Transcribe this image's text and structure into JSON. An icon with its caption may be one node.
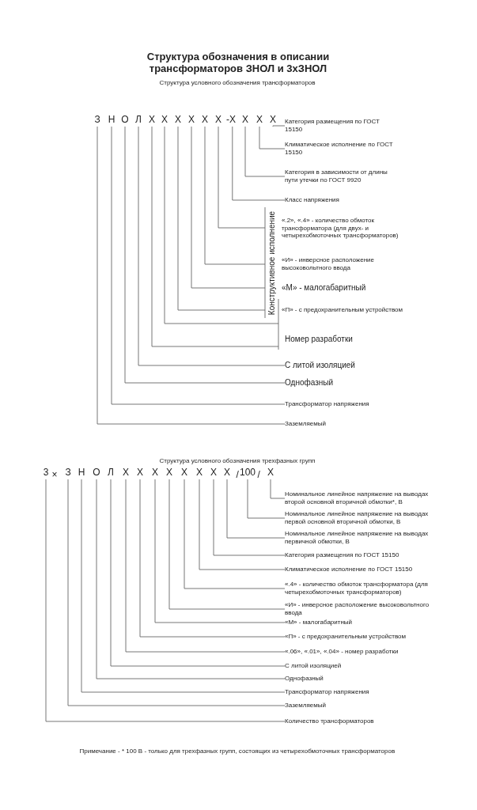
{
  "diagram": {
    "title": "Структура обозначения в описании трансформаторов ЗНОЛ и 3хЗНОЛ",
    "nodes": [
      {
        "text": [
          "З"
        ]
      },
      {
        "text": [
          "Н"
        ]
      },
      {
        "text": [
          "О"
        ]
      },
      {
        "text": [
          "Л"
        ]
      },
      {
        "text": [
          "Х"
        ]
      },
      {
        "text": [
          "Х"
        ]
      },
      {
        "text": [
          "Х"
        ]
      },
      {
        "text": [
          "Х"
        ]
      },
      {
        "text": [
          "Х"
        ]
      },
      {
        "text": [
          "Х"
        ]
      },
      {
        "text": [
          "-Х"
        ]
      },
      {
        "text": [
          "Х"
        ]
      },
      {
        "text": [
          "Х"
        ]
      },
      {
        "text": [
          "Х"
        ]
      },
      {
        "text": [
          "Категория размещения по ГОСТ 15150"
        ]
      },
      {
        "text": [
          "Климатическое исполнение по ГОСТ 15150"
        ]
      },
      {
        "text": [
          "Категория в зависимости от длины пути утечки по ГОСТ 9920"
        ]
      },
      {
        "text": [
          "Класс напряжения"
        ]
      },
      {
        "text": [
          "«.2», «.4» - количество обмоток трансформатора (для двух- и четырехобмоточных трансформаторов)"
        ]
      },
      {
        "text": [
          "«И» - инверсное расположение высоковольтного ввода"
        ]
      },
      {
        "text": [
          "«М» - малогабаритный"
        ]
      },
      {
        "text": [
          "«П» - с предохранительным устройством"
        ]
      },
      {
        "text": [
          "Номер разработки"
        ]
      },
      {
        "text": [
          "С литой изоляцией"
        ]
      },
      {
        "text": [
          "Однофазный"
        ]
      },
      {
        "text": [
          "Трансформатор напряжения"
        ]
      },
      {
        "text": [
          "Заземляемый"
        ]
      },
      {
        "text": [
          "3"
        ]
      },
      {
        "text": [
          "З"
        ]
      },
      {
        "text": [
          "Н"
        ]
      },
      {
        "text": [
          "О"
        ]
      },
      {
        "text": [
          "Л"
        ]
      },
      {
        "text": [
          "Х"
        ]
      },
      {
        "text": [
          "Х"
        ]
      },
      {
        "text": [
          "Х"
        ]
      },
      {
        "text": [
          "Х"
        ]
      },
      {
        "text": [
          "Х"
        ]
      },
      {
        "text": [
          "Х"
        ]
      },
      {
        "text": [
          "Х"
        ]
      },
      {
        "text": [
          "Х"
        ]
      },
      {
        "text": [
          "100"
        ]
      },
      {
        "text": [
          "Х"
        ]
      },
      {
        "text": [
          "Номинальное линейное напряжение на выводах второй основной вторичной обмотки*, В"
        ]
      },
      {
        "text": [
          "Номинальное линейное напряжение на выводах первой основной вторичной обмотки, В"
        ]
      },
      {
        "text": [
          "Номинальное линейное напряжение на выводах первичной обмотки, В"
        ]
      },
      {
        "text": [
          "Категория размещения по ГОСТ 15150"
        ]
      },
      {
        "text": [
          "Климатическое исполнение по ГОСТ 15150"
        ]
      },
      {
        "text": [
          "«.4» - количество обмоток трансформатора (для четырехобмоточных трансформаторов)"
        ]
      },
      {
        "text": [
          "«И» - инверсное расположение высоковольтного ввода"
        ]
      },
      {
        "text": [
          "«М» - малогабаритный"
        ]
      },
      {
        "text": [
          "«П» - с предохранительным устройством"
        ]
      },
      {
        "text": [
          "«.06», «.01», «.04» - номер разработки"
        ]
      },
      {
        "text": [
          "С литой изоляцией"
        ]
      },
      {
        "text": [
          "Однофазный"
        ]
      },
      {
        "text": [
          "Трансформатор напряжения"
        ]
      },
      {
        "text": [
          "Заземляемый"
        ]
      },
      {
        "text": [
          "Количество трансформаторов"
        ]
      }
    ],
    "edges": [
      {
        "from": 13,
        "to": 14,
        "arrow": "none"
      },
      {
        "from": 12,
        "to": 15,
        "arrow": "none"
      },
      {
        "from": 11,
        "to": 16,
        "arrow": "none"
      },
      {
        "from": 10,
        "to": 17,
        "arrow": "none"
      },
      {
        "from": 9,
        "to": 18,
        "arrow": "none"
      },
      {
        "from": 8,
        "to": 19,
        "arrow": "none"
      },
      {
        "from": 7,
        "to": 20,
        "arrow": "none"
      },
      {
        "from": 6,
        "to": 21,
        "arrow": "none"
      },
      {
        "from": 5,
        "to": 22,
        "arrow": "none"
      },
      {
        "from": 4,
        "to": 22,
        "arrow": "none"
      },
      {
        "from": 3,
        "to": 23,
        "arrow": "none"
      },
      {
        "from": 2,
        "to": 24,
        "arrow": "none"
      },
      {
        "from": 1,
        "to": 25,
        "arrow": "none"
      },
      {
        "from": 0,
        "to": 26,
        "arrow": "none"
      },
      {
        "from": 41,
        "to": 42,
        "arrow": "none"
      },
      {
        "from": 40,
        "to": 43,
        "arrow": "none"
      },
      {
        "from": 39,
        "to": 44,
        "arrow": "none"
      },
      {
        "from": 38,
        "to": 45,
        "arrow": "none"
      },
      {
        "from": 37,
        "to": 46,
        "arrow": "none"
      },
      {
        "from": 36,
        "to": 47,
        "arrow": "none"
      },
      {
        "from": 35,
        "to": 48,
        "arrow": "none"
      },
      {
        "from": 34,
        "to": 49,
        "arrow": "none"
      },
      {
        "from": 33,
        "to": 50,
        "arrow": "none"
      },
      {
        "from": 32,
        "to": 51,
        "arrow": "none"
      },
      {
        "from": 31,
        "to": 52,
        "arrow": "none"
      },
      {
        "from": 30,
        "to": 53,
        "arrow": "none"
      },
      {
        "from": 29,
        "to": 54,
        "arrow": "none"
      },
      {
        "from": 28,
        "to": 55,
        "arrow": "none"
      },
      {
        "from": 27,
        "to": 56,
        "arrow": "none"
      }
    ],
    "labels": [
      "Структура условного обозначения трансформаторов",
      "Конструктивное исполнение",
      "Структура условного обозначения трехфазных групп",
      "×",
      "/",
      "/",
      "Примечание - * 100 В - только для трехфазных групп, состоящих из четырехобмоточных трансформаторов"
    ]
  }
}
